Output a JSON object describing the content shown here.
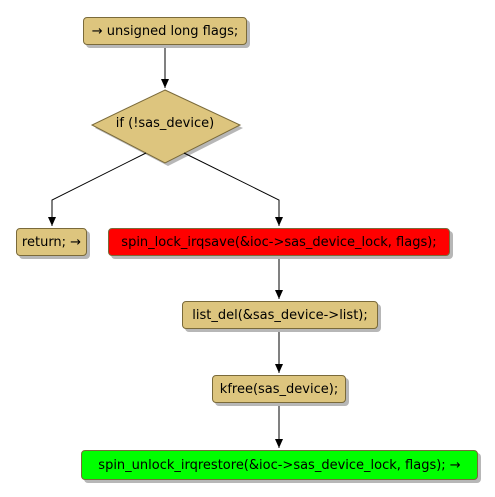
{
  "colors": {
    "node_fill": "#ddc57e",
    "highlight_red": "#ff0000",
    "highlight_green": "#00ff00",
    "edge": "#000000"
  },
  "nodes": {
    "start": "→ unsigned long flags;",
    "condition": "if (!sas_device)",
    "return": "return; →",
    "lock": "spin_lock_irqsave(&ioc->sas_device_lock, flags);",
    "list_del": "list_del(&sas_device->list);",
    "kfree": "kfree(sas_device);",
    "unlock": "spin_unlock_irqrestore(&ioc->sas_device_lock, flags); →"
  }
}
